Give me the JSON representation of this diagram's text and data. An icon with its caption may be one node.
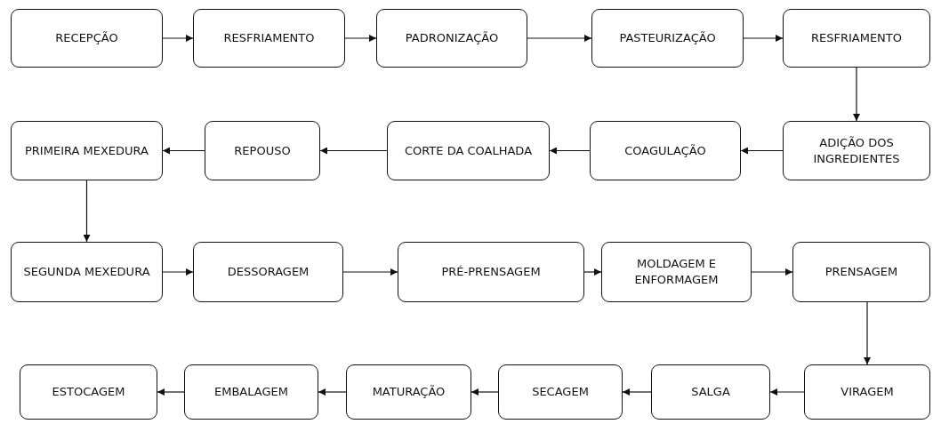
{
  "diagram": {
    "nodes": [
      {
        "text": [
          "RECEPÇÃO"
        ]
      },
      {
        "text": [
          "RESFRIAMENTO"
        ]
      },
      {
        "text": [
          "PADRONIZAÇÃO"
        ]
      },
      {
        "text": [
          "PASTEURIZAÇÃO"
        ]
      },
      {
        "text": [
          "RESFRIAMENTO"
        ]
      },
      {
        "text": [
          "ADIÇÃO DOS INGREDIENTES"
        ]
      },
      {
        "text": [
          "COAGULAÇÃO"
        ]
      },
      {
        "text": [
          "CORTE DA COALHADA"
        ]
      },
      {
        "text": [
          "REPOUSO"
        ]
      },
      {
        "text": [
          "PRIMEIRA MEXEDURA"
        ]
      },
      {
        "text": [
          "SEGUNDA MEXEDURA"
        ]
      },
      {
        "text": [
          "DESSORAGEM"
        ]
      },
      {
        "text": [
          "PRÉ-PRENSAGEM"
        ]
      },
      {
        "text": [
          "MOLDAGEM E ENFORMAGEM"
        ]
      },
      {
        "text": [
          "PRENSAGEM"
        ]
      },
      {
        "text": [
          "VIRAGEM"
        ]
      },
      {
        "text": [
          "SALGA"
        ]
      },
      {
        "text": [
          "SECAGEM"
        ]
      },
      {
        "text": [
          "MATURAÇÃO"
        ]
      },
      {
        "text": [
          "EMBALAGEM"
        ]
      },
      {
        "text": [
          "ESTOCAGEM"
        ]
      }
    ],
    "edges": [
      {
        "from": 0,
        "to": 1,
        "arrow": "to"
      },
      {
        "from": 1,
        "to": 2,
        "arrow": "to"
      },
      {
        "from": 2,
        "to": 3,
        "arrow": "to"
      },
      {
        "from": 3,
        "to": 4,
        "arrow": "to"
      },
      {
        "from": 4,
        "to": 5,
        "arrow": "to"
      },
      {
        "from": 5,
        "to": 6,
        "arrow": "to"
      },
      {
        "from": 6,
        "to": 7,
        "arrow": "to"
      },
      {
        "from": 7,
        "to": 8,
        "arrow": "to"
      },
      {
        "from": 8,
        "to": 9,
        "arrow": "to"
      },
      {
        "from": 9,
        "to": 10,
        "arrow": "to"
      },
      {
        "from": 10,
        "to": 11,
        "arrow": "to"
      },
      {
        "from": 11,
        "to": 12,
        "arrow": "to"
      },
      {
        "from": 12,
        "to": 13,
        "arrow": "to"
      },
      {
        "from": 13,
        "to": 14,
        "arrow": "to"
      },
      {
        "from": 14,
        "to": 15,
        "arrow": "to"
      },
      {
        "from": 15,
        "to": 16,
        "arrow": "to"
      },
      {
        "from": 16,
        "to": 17,
        "arrow": "to"
      },
      {
        "from": 17,
        "to": 18,
        "arrow": "to"
      },
      {
        "from": 18,
        "to": 19,
        "arrow": "to"
      },
      {
        "from": 19,
        "to": 20,
        "arrow": "to"
      }
    ]
  }
}
